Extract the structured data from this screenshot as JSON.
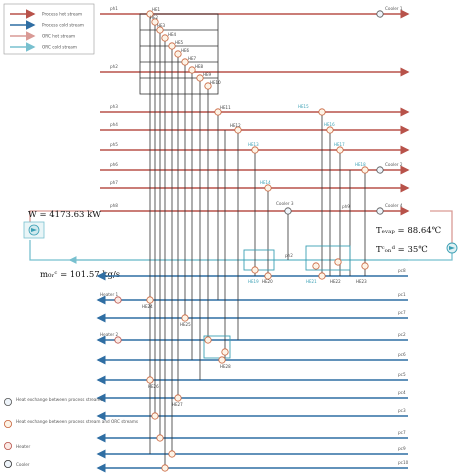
{
  "legend": {
    "hot_stream": "Process hot stream",
    "cold_stream": "Process cold stream",
    "orc_hot": "ORC hot stream",
    "orc_cold": "ORC cold stream",
    "bottom": {
      "hx_process": "Heat exchange between process streams",
      "hx_orc": "Heat exchange between process stream and ORC streams",
      "heater": "Heater",
      "cooler": "Cooler"
    }
  },
  "hot_streams": [
    "ph1",
    "ph2",
    "ph3",
    "ph4",
    "ph5",
    "ph6",
    "ph7",
    "ph8"
  ],
  "cold_streams": [
    "pc8",
    "pc1",
    "pc7",
    "pc2",
    "pc6",
    "pc5",
    "pc4",
    "pc3",
    "pc7",
    "pc9",
    "pc10"
  ],
  "exchangers": {
    "HE1": "HE1",
    "HE2": "HE2",
    "HE3": "HE3",
    "HE4": "HE4",
    "HE5": "HE5",
    "HE6": "HE6",
    "HE7": "HE7",
    "HE8": "HE8",
    "HE9": "HE9",
    "HE10": "HE10",
    "HE11": "HE11",
    "HE12": "HE12",
    "HE13": "HE13",
    "HE14": "HE14",
    "HE15": "HE15",
    "HE16": "HE16",
    "HE17": "HE17",
    "HE18": "HE18",
    "HE19": "HE19",
    "HE20": "HE20",
    "HE21": "HE21",
    "HE22": "HE22",
    "HE23": "HE23",
    "HE24": "HE24",
    "HE25": "HE25",
    "HE26": "HE26",
    "HE27": "HE27",
    "HE28": "HE28"
  },
  "utilities": {
    "cooler1": "Cooler 1",
    "cooler2": "Cooler 2",
    "cooler3": "Cooler 3",
    "cooler4": "Cooler 4",
    "heater1": "Heater 1",
    "heater2": "Heater 2"
  },
  "orc": {
    "power": "W = 4173.63 kW",
    "mass_flow": "m₀ᵣᶜ = 101.57 kg/s",
    "t_evap": "Tₑᵥₐₚ = 88.64℃",
    "t_cond": "Tᶜₒₙᵈ = 35℃",
    "stream_label_1": "ph2",
    "stream_label_2": "ph9"
  },
  "colors": {
    "hot": "#b8524a",
    "cold": "#2f6ea3",
    "orc_hot": "#d99a95",
    "orc_cold": "#78c0cf",
    "connector": "#333333"
  }
}
